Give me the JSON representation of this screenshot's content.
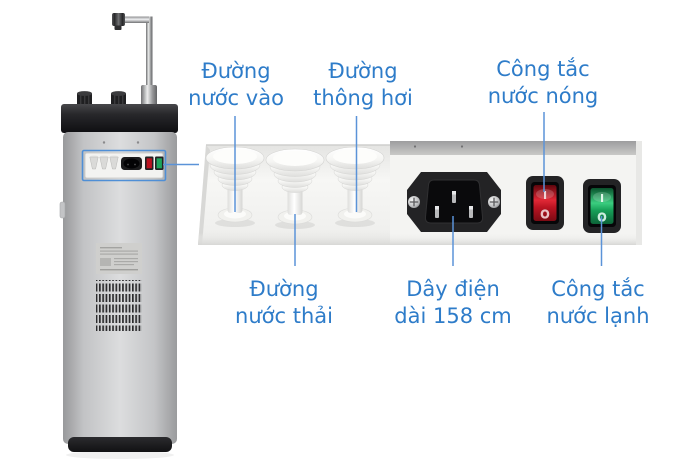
{
  "page": {
    "background": "#ffffff",
    "description": "water-purifier-rear-connection-diagram"
  },
  "callouts": {
    "water_inlet": {
      "line1": "Đường",
      "line2": "nước vào"
    },
    "air_vent": {
      "line1": "Đường",
      "line2": "thông hơi"
    },
    "hot_water_switch": {
      "line1": "Công tắc",
      "line2": "nước nóng"
    },
    "waste_water": {
      "line1": "Đường",
      "line2": "nước thải"
    },
    "power_cord": {
      "line1": "Dây điện",
      "line2": "dài 158 cm"
    },
    "cold_water_switch": {
      "line1": "Công tắc",
      "line2": "nước lạnh"
    }
  },
  "switch_markings": {
    "on": "I",
    "off": "O"
  },
  "colors": {
    "label_text": "#2e7cc9",
    "leader_line": "#5b93d8",
    "hot_switch_red": "#c8131f",
    "cold_switch_green": "#1ea15d",
    "unit_body_silver": "#c9cacb",
    "unit_cap_black": "#1c1c1e",
    "panel_gray": "#f3f3f1"
  }
}
